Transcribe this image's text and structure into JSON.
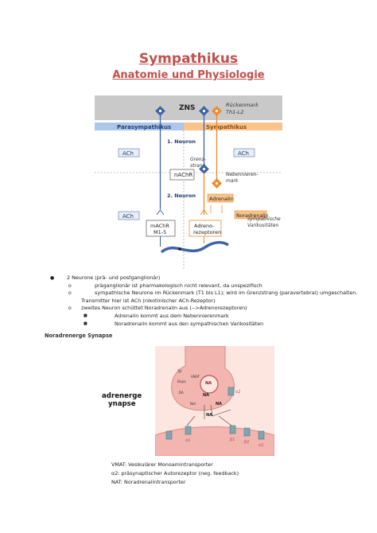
{
  "document": {
    "title": "Sympathikus",
    "subtitle": "Anatomie und Physiologie"
  },
  "figure1": {
    "zns": "ZNS",
    "rueckenmark_line1": "Rückenmark",
    "rueckenmark_line2": "Th1-L2",
    "para": "Parasympathikus",
    "sym": "Sympathikus",
    "neuron1": "1. Neuron",
    "neuron2": "2. Neuron",
    "ach1": "ACh",
    "ach2": "ACh",
    "ach3": "ACh",
    "nachr": "nAChR",
    "grenz1": "Grenz-",
    "grenz2": "strang",
    "nnm1": "Nebennieren-",
    "nnm2": "mark",
    "adrenalin": "Adrenalin",
    "noradrenalin": "Noradrenalin",
    "var1": "sympathische",
    "var2": "Varikositäten",
    "machr1": "mAChR",
    "machr2": "M1-5",
    "adreno1": "Adreno-",
    "adreno2": "rezeptoren"
  },
  "bullets": [
    {
      "marker": "●",
      "text": "2 Neurone (prä- und postganglionär)"
    },
    {
      "marker": "o",
      "text": "präganglionär ist pharmakologisch nicht relevant, da unspezifisch"
    },
    {
      "marker": "o",
      "text": "sympathische Neurone im Rückenmark (T1 bis L1); wird im Grenzstrang (paravertebral) umgeschalten."
    },
    {
      "marker": "",
      "text": "Transmitter hier ist ACh (nikotinischer ACh-Rezeptor)"
    },
    {
      "marker": "o",
      "text": "zweites Neuron schüttet Noradrenalin aus (-->Adrenorezeptoren)"
    },
    {
      "marker": "■",
      "text": "Adrenalin kommt aus dem Nebennierenmark"
    },
    {
      "marker": "■",
      "text": "Noradrenalin kommt aus den sympathischen Varikositäten"
    }
  ],
  "section": {
    "heading": "Noradrenerge Synapse"
  },
  "figure2": {
    "overlay_line1": "adrenerge",
    "overlay_line2": "ynapse",
    "labels": {
      "tyr": "Tyr",
      "dopa": "Dopa",
      "da": "DA",
      "na1": "NA",
      "na2": "NA",
      "vmat": "VMAT",
      "na3": "NA",
      "na4": "NA",
      "net": "Net",
      "a2_top": "α2",
      "a2_bottom": "α2",
      "a1": "α1",
      "b1": "β1",
      "b2": "β2"
    }
  },
  "legend": [
    "VMAT: Vesikulärer Monoamintransporter",
    "α2: präsynaptischer Autorezeptor (neg. feedback)",
    "NAT: Noradrenalintransporter"
  ],
  "colors": {
    "title": "#c0504d",
    "para_bar": "#aec6e8",
    "sym_bar": "#f8c48c",
    "blue_line": "#3d63a8",
    "orange_line": "#ef8a2a",
    "synapse_bg": "#fde6df",
    "synapse_pink": "#f2b5b0"
  }
}
